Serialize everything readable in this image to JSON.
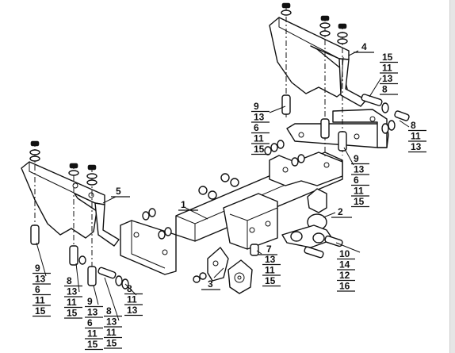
{
  "callouts": [
    {
      "id": "c1",
      "label": "1"
    },
    {
      "id": "c2",
      "label": "2"
    },
    {
      "id": "c3",
      "label": "3"
    },
    {
      "id": "c4",
      "label": "4"
    },
    {
      "id": "c5",
      "label": "5"
    },
    {
      "id": "c7",
      "label": "7"
    }
  ],
  "stacks": [
    {
      "id": "s_tr_a",
      "labels": [
        "15",
        "11",
        "13",
        "8"
      ]
    },
    {
      "id": "s_tr_b",
      "labels": [
        "8",
        "11",
        "13"
      ]
    },
    {
      "id": "s_tl",
      "labels": [
        "9",
        "13",
        "6",
        "11",
        "15"
      ]
    },
    {
      "id": "s_mid9",
      "labels": [
        "9",
        "13",
        "6",
        "11",
        "15"
      ]
    },
    {
      "id": "s_7",
      "labels": [
        "13",
        "11",
        "15"
      ]
    },
    {
      "id": "s_10",
      "labels": [
        "10",
        "14",
        "12",
        "16"
      ]
    },
    {
      "id": "s_bl9",
      "labels": [
        "9",
        "13",
        "6",
        "11",
        "15"
      ]
    },
    {
      "id": "s_bl8",
      "labels": [
        "8",
        "13",
        "11",
        "15"
      ]
    },
    {
      "id": "s_b9",
      "labels": [
        "9",
        "13",
        "6",
        "11",
        "15"
      ]
    },
    {
      "id": "s_b8",
      "labels": [
        "8",
        "13",
        "11",
        "15"
      ]
    },
    {
      "id": "s_b8r",
      "labels": [
        "8",
        "11",
        "13"
      ]
    }
  ],
  "colors": {
    "ink": "#111111",
    "paper": "#ffffff",
    "edge": "#e6e6e6"
  }
}
